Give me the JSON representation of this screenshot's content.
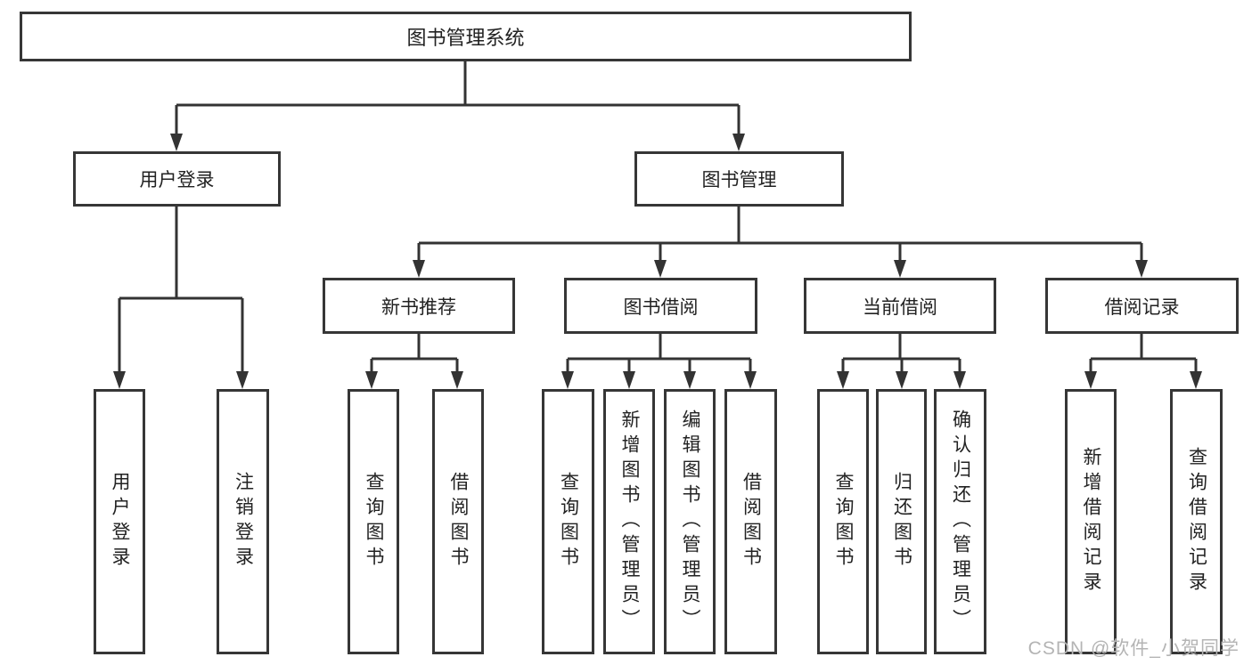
{
  "diagram_type": "hierarchy-tree",
  "tree": {
    "label": "图书管理系统",
    "children": [
      {
        "label": "用户登录",
        "children": [
          {
            "label": "用户登录"
          },
          {
            "label": "注销登录"
          }
        ]
      },
      {
        "label": "图书管理",
        "children": [
          {
            "label": "新书推荐",
            "children": [
              {
                "label": "查询图书"
              },
              {
                "label": "借阅图书"
              }
            ]
          },
          {
            "label": "图书借阅",
            "children": [
              {
                "label": "查询图书"
              },
              {
                "label": "新增图书（管理员）"
              },
              {
                "label": "编辑图书（管理员）"
              },
              {
                "label": "借阅图书"
              }
            ]
          },
          {
            "label": "当前借阅",
            "children": [
              {
                "label": "查询图书"
              },
              {
                "label": "归还图书"
              },
              {
                "label": "确认归还（管理员）"
              }
            ]
          },
          {
            "label": "借阅记录",
            "children": [
              {
                "label": "新增借阅记录"
              },
              {
                "label": "查询借阅记录"
              }
            ]
          }
        ]
      }
    ]
  },
  "watermark": {
    "text": "CSDN @软件_小贺同学"
  },
  "colors": {
    "line": "#333333",
    "box_border": "#363636",
    "text": "#222222",
    "watermark": "#b4b4b4",
    "background": "#ffffff"
  }
}
